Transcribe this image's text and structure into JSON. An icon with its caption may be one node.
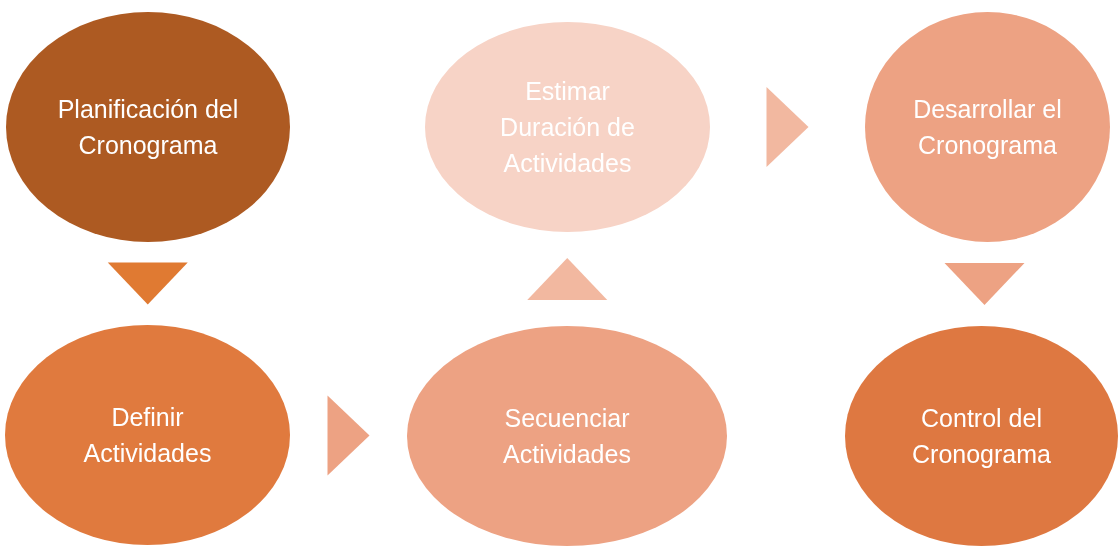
{
  "diagram": {
    "nodes": [
      {
        "text": [
          "Planificación del Cronograma"
        ]
      },
      {
        "text": [
          "Definir Actividades"
        ]
      },
      {
        "text": [
          "Secuenciar Actividades"
        ]
      },
      {
        "text": [
          "Estimar Duración de Actividades"
        ]
      },
      {
        "text": [
          "Desarrollar el Cronograma"
        ]
      },
      {
        "text": [
          "Control del Cronograma"
        ]
      }
    ],
    "edges": [
      {
        "from": 0,
        "to": 1,
        "arrow": "to",
        "color": "#e07a32"
      },
      {
        "from": 1,
        "to": 2,
        "arrow": "to",
        "color": "#eda283"
      },
      {
        "from": 2,
        "to": 3,
        "arrow": "to",
        "color": "#f2b8a0"
      },
      {
        "from": 3,
        "to": 4,
        "arrow": "to",
        "color": "#f2b8a0"
      },
      {
        "from": 4,
        "to": 5,
        "arrow": "to",
        "color": "#eda283"
      }
    ]
  }
}
